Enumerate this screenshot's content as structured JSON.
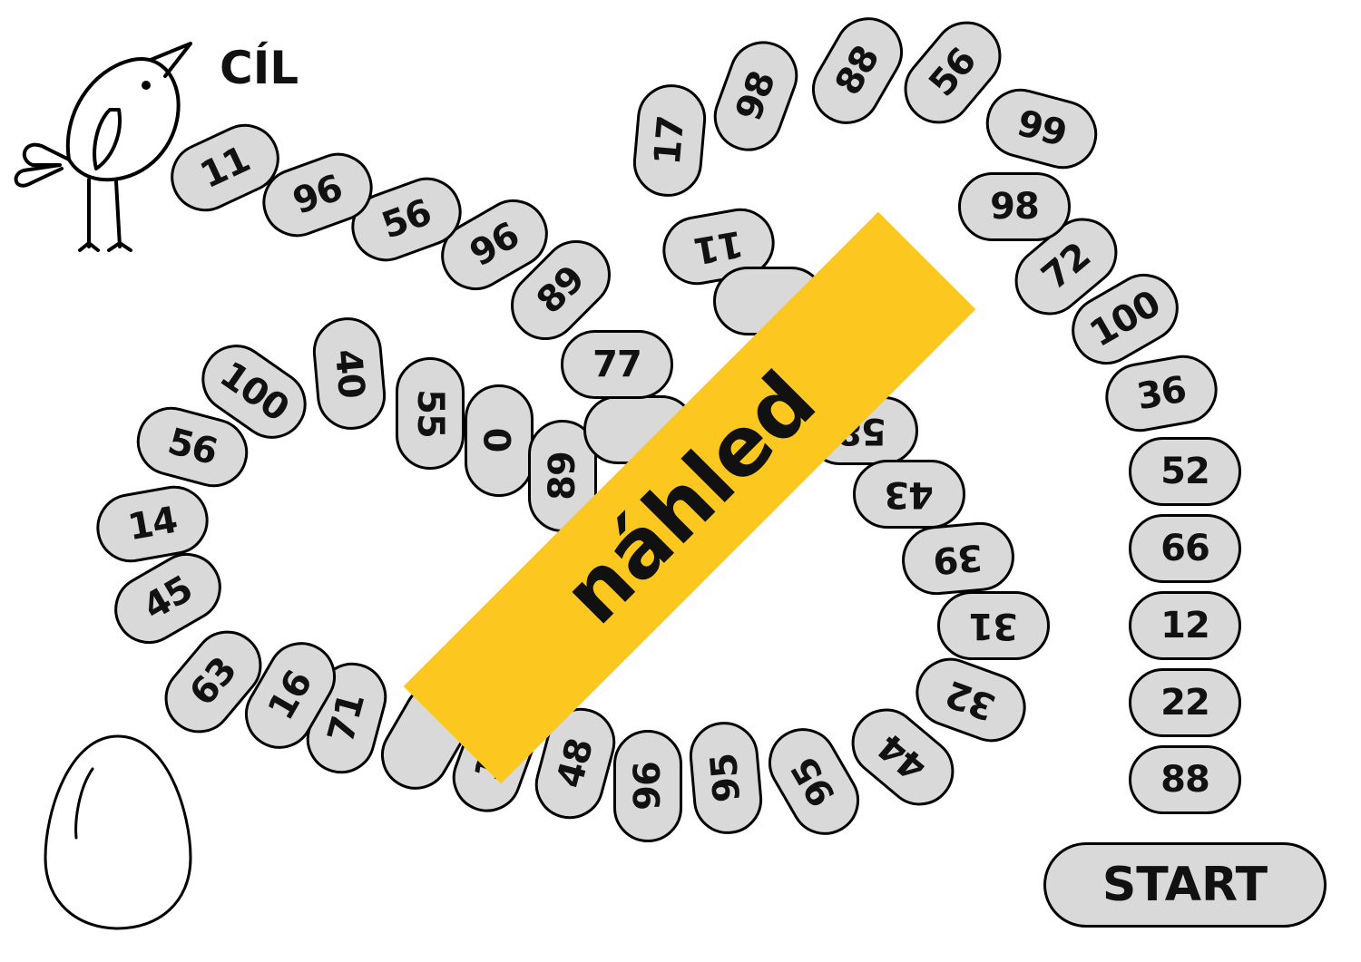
{
  "goal_label": "CÍL",
  "start_label": "START",
  "watermark": "náhled",
  "icons": {
    "bird": "bird-icon",
    "egg": "egg-icon"
  },
  "colors": {
    "tile_fill": "#d9d9d9",
    "tile_border": "#000000",
    "banner": "#fcc81f",
    "text": "#111111"
  },
  "path_tiles": [
    "88",
    "22",
    "12",
    "66",
    "52",
    "36",
    "100",
    "72",
    "98",
    "99",
    "56",
    "88",
    "98",
    "17",
    "11",
    "",
    "",
    "58",
    "43",
    "39",
    "31",
    "32",
    "44",
    "95",
    "95",
    "96",
    "48",
    "18",
    "",
    "71",
    "16",
    "63",
    "45",
    "14",
    "56",
    "100",
    "40",
    "55",
    "0",
    "89",
    "",
    "77",
    "89",
    "96",
    "56",
    "96",
    "11"
  ]
}
